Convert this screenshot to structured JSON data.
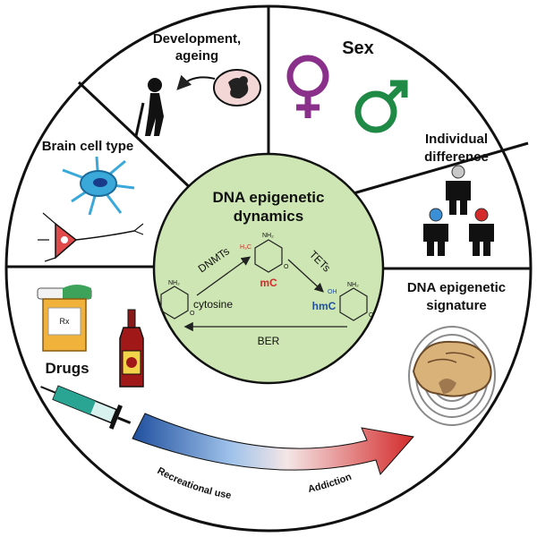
{
  "center": {
    "title_line1": "DNA epigenetic",
    "title_line2": "dynamics",
    "arrows": {
      "dnmts": "DNMTs",
      "tets": "TETs",
      "ber": "BER"
    },
    "molecules": {
      "cytosine": "cytosine",
      "mc": "mC",
      "hmc": "hmC",
      "nh2": "NH₂",
      "h3c": "H₃C",
      "oh": "OH",
      "n": "N",
      "o": "O"
    }
  },
  "segments": {
    "development": {
      "line1": "Development,",
      "line2": "ageing"
    },
    "sex": {
      "label": "Sex"
    },
    "individual": {
      "line1": "Individual",
      "line2": "difference"
    },
    "signature": {
      "line1": "DNA epigenetic",
      "line2": "signature"
    },
    "drugs": {
      "label": "Drugs",
      "bottle_text": "Rx"
    },
    "brain_cell": {
      "label": "Brain cell type"
    }
  },
  "gradient_arrow": {
    "left_label": "Recreational use",
    "right_label": "Addiction"
  },
  "colors": {
    "center_fill": "#cde6b3",
    "female": "#8a2f8a",
    "male": "#1f8a46",
    "arrow_start": "#1f4f9e",
    "arrow_end": "#d42a2a"
  }
}
